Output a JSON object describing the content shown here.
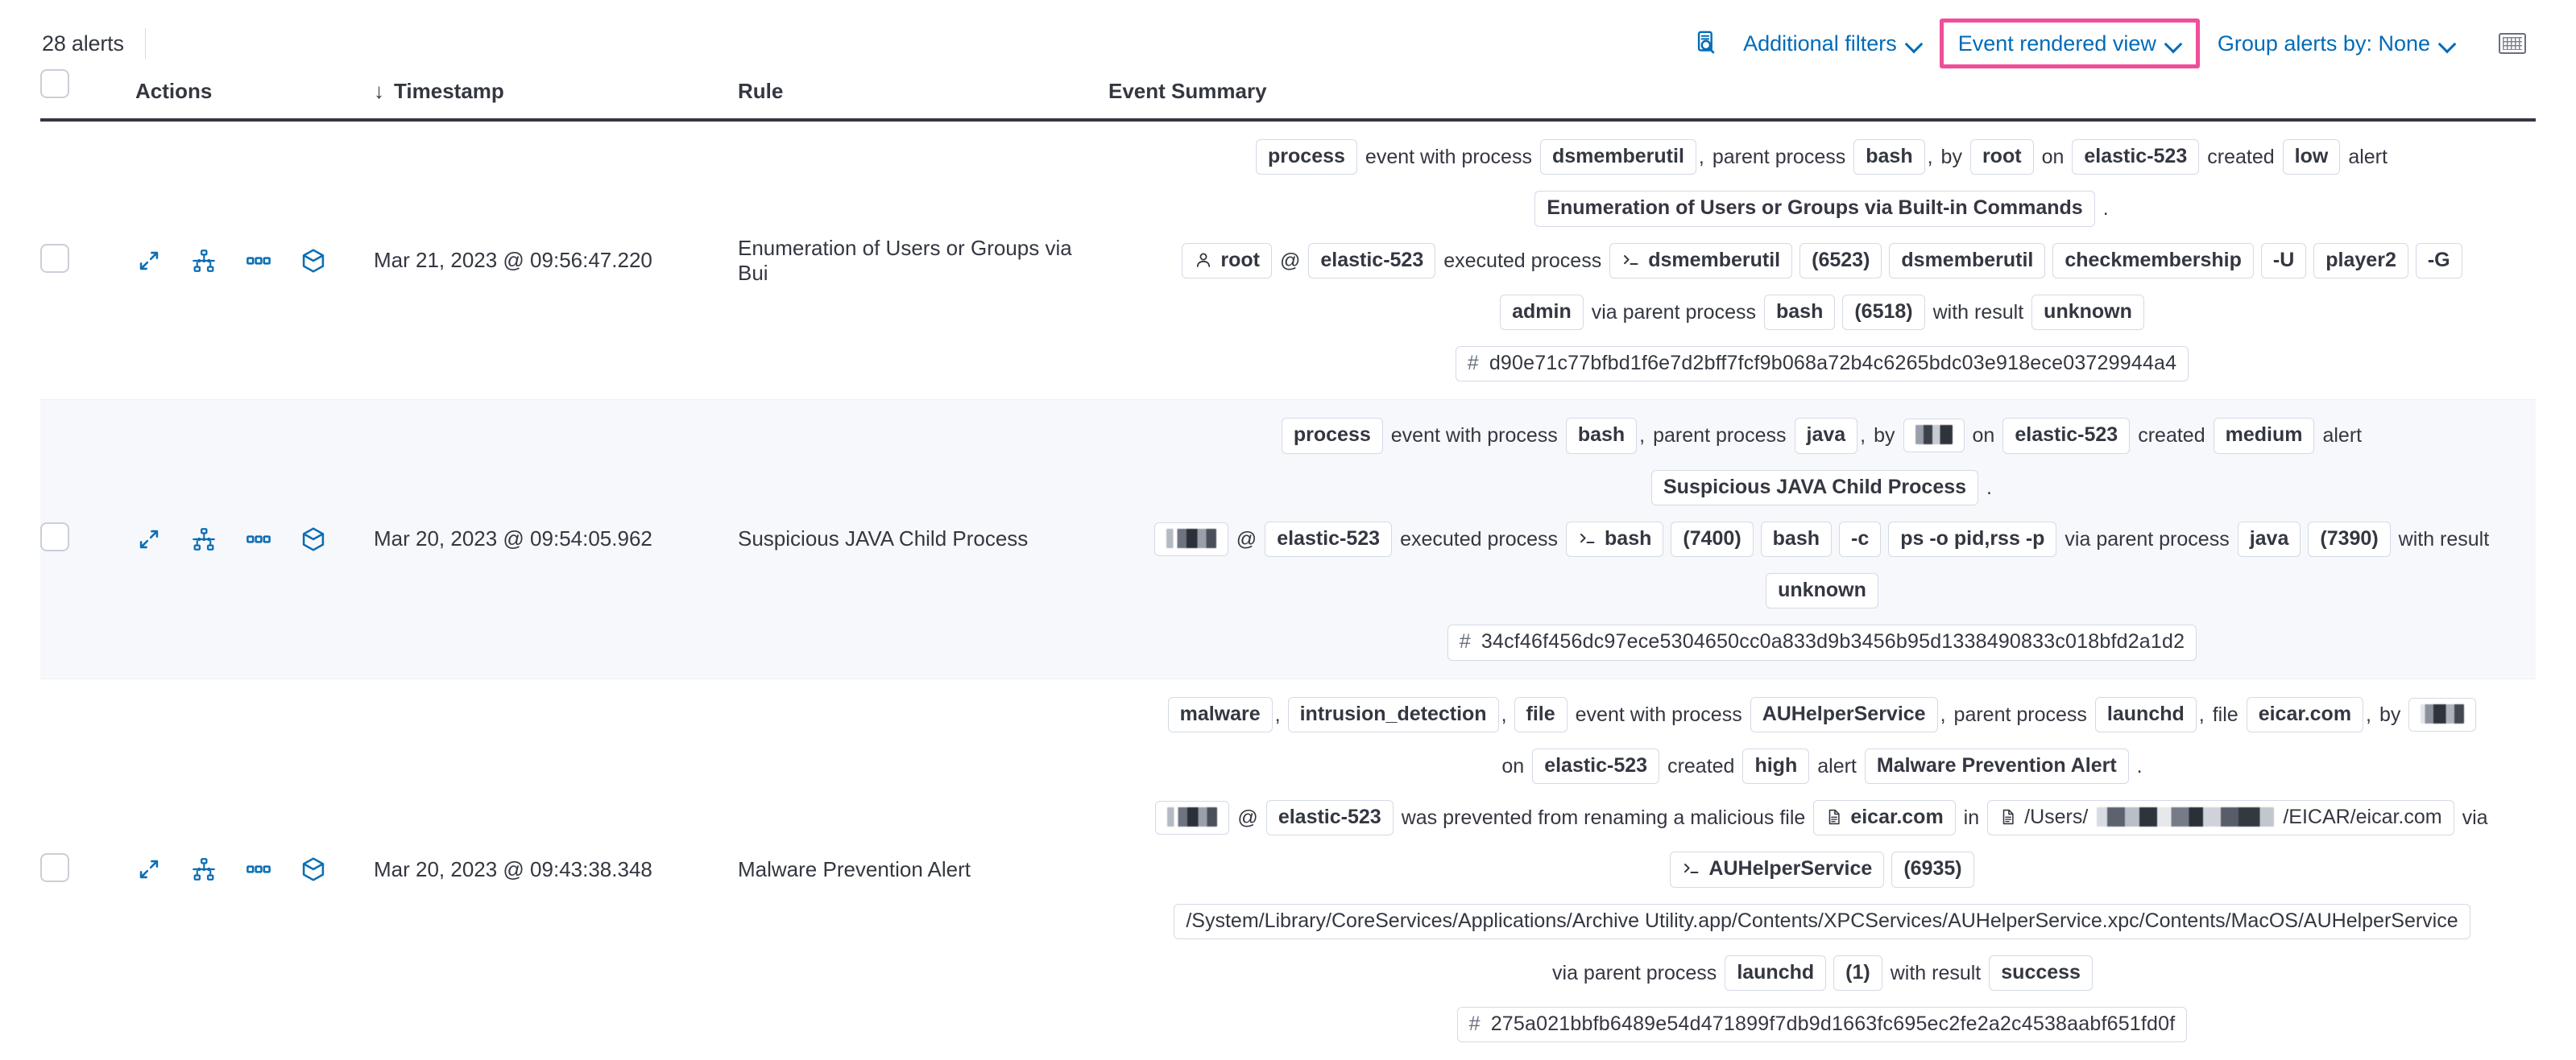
{
  "toolbar": {
    "alert_count": "28 alerts",
    "inspect_icon": "inspect-search-icon",
    "additional_filters_label": "Additional filters",
    "view_selector_label": "Event rendered view",
    "group_alerts_label": "Group alerts by: None",
    "keyboard_icon": "keyboard-shortcuts-icon",
    "accent_color": "#006bb8",
    "highlight_color": "#f04d9a"
  },
  "table": {
    "columns": {
      "select_all": "",
      "actions": "Actions",
      "timestamp": "Timestamp",
      "rule": "Rule",
      "event_summary": "Event Summary"
    },
    "sort_indicator": "↓",
    "row_actions": [
      "expand-icon",
      "analyze-event-icon",
      "more-actions-icon",
      "session-view-icon"
    ],
    "rows": [
      {
        "timestamp": "Mar 21, 2023 @ 09:56:47.220",
        "rule": "Enumeration of Users or Groups via Bui",
        "summary_lines": [
          [
            {
              "t": "chip",
              "v": "process"
            },
            {
              "t": "txt",
              "v": "event with process"
            },
            {
              "t": "chip",
              "v": "dsmemberutil"
            },
            {
              "t": "punc",
              "v": ","
            },
            {
              "t": "txt",
              "v": "parent process"
            },
            {
              "t": "chip",
              "v": "bash"
            },
            {
              "t": "punc",
              "v": ","
            },
            {
              "t": "txt",
              "v": "by"
            },
            {
              "t": "chip",
              "v": "root"
            },
            {
              "t": "txt",
              "v": "on"
            },
            {
              "t": "chip",
              "v": "elastic-523"
            },
            {
              "t": "txt",
              "v": "created"
            },
            {
              "t": "chip",
              "v": "low"
            },
            {
              "t": "txt",
              "v": "alert"
            }
          ],
          [
            {
              "t": "chip",
              "v": "Enumeration of Users or Groups via Built-in Commands"
            },
            {
              "t": "txt",
              "v": "."
            }
          ],
          [
            {
              "t": "chip-user",
              "v": "root"
            },
            {
              "t": "txt",
              "v": "@"
            },
            {
              "t": "chip",
              "v": "elastic-523"
            },
            {
              "t": "txt",
              "v": "executed process"
            },
            {
              "t": "chip-proc",
              "v": "dsmemberutil"
            },
            {
              "t": "chip",
              "v": "(6523)"
            },
            {
              "t": "chip",
              "v": "dsmemberutil"
            },
            {
              "t": "chip",
              "v": "checkmembership"
            },
            {
              "t": "chip",
              "v": "-U"
            },
            {
              "t": "chip",
              "v": "player2"
            },
            {
              "t": "chip",
              "v": "-G"
            }
          ],
          [
            {
              "t": "chip",
              "v": "admin"
            },
            {
              "t": "txt",
              "v": "via parent process"
            },
            {
              "t": "chip",
              "v": "bash"
            },
            {
              "t": "chip",
              "v": "(6518)"
            },
            {
              "t": "txt",
              "v": "with result"
            },
            {
              "t": "chip",
              "v": "unknown"
            }
          ],
          [
            {
              "t": "chip-hash",
              "v": "d90e71c77bfbd1f6e7d2bff7fcf9b068a72b4c6265bdc03e918ece03729944a4"
            }
          ]
        ]
      },
      {
        "timestamp": "Mar 20, 2023 @ 09:54:05.962",
        "rule": "Suspicious JAVA Child Process",
        "summary_lines": [
          [
            {
              "t": "chip",
              "v": "process"
            },
            {
              "t": "txt",
              "v": "event with process"
            },
            {
              "t": "chip",
              "v": "bash"
            },
            {
              "t": "punc",
              "v": ","
            },
            {
              "t": "txt",
              "v": "parent process"
            },
            {
              "t": "chip",
              "v": "java"
            },
            {
              "t": "punc",
              "v": ","
            },
            {
              "t": "txt",
              "v": "by"
            },
            {
              "t": "chip-redact",
              "v": "redacted-user"
            },
            {
              "t": "txt",
              "v": "on"
            },
            {
              "t": "chip",
              "v": "elastic-523"
            },
            {
              "t": "txt",
              "v": "created"
            },
            {
              "t": "chip",
              "v": "medium"
            },
            {
              "t": "txt",
              "v": "alert"
            }
          ],
          [
            {
              "t": "chip",
              "v": "Suspicious JAVA Child Process"
            },
            {
              "t": "txt",
              "v": "."
            }
          ],
          [
            {
              "t": "chip-redact2",
              "v": "redacted-user"
            },
            {
              "t": "txt",
              "v": "@"
            },
            {
              "t": "chip",
              "v": "elastic-523"
            },
            {
              "t": "txt",
              "v": "executed process"
            },
            {
              "t": "chip-proc",
              "v": "bash"
            },
            {
              "t": "chip",
              "v": "(7400)"
            },
            {
              "t": "chip",
              "v": "bash"
            },
            {
              "t": "chip",
              "v": "-c"
            },
            {
              "t": "chip",
              "v": "ps -o pid,rss -p"
            },
            {
              "t": "txt",
              "v": "via parent process"
            },
            {
              "t": "chip",
              "v": "java"
            },
            {
              "t": "chip",
              "v": "(7390)"
            },
            {
              "t": "txt",
              "v": "with result"
            }
          ],
          [
            {
              "t": "chip",
              "v": "unknown"
            }
          ],
          [
            {
              "t": "chip-hash",
              "v": "34cf46f456dc97ece5304650cc0a833d9b3456b95d1338490833c018bfd2a1d2"
            }
          ]
        ]
      },
      {
        "timestamp": "Mar 20, 2023 @ 09:43:38.348",
        "rule": "Malware Prevention Alert",
        "summary_lines": [
          [
            {
              "t": "chip",
              "v": "malware"
            },
            {
              "t": "punc",
              "v": ","
            },
            {
              "t": "chip",
              "v": "intrusion_detection"
            },
            {
              "t": "punc",
              "v": ","
            },
            {
              "t": "chip",
              "v": "file"
            },
            {
              "t": "txt",
              "v": "event with process"
            },
            {
              "t": "chip",
              "v": "AUHelperService"
            },
            {
              "t": "punc",
              "v": ","
            },
            {
              "t": "txt",
              "v": "parent process"
            },
            {
              "t": "chip",
              "v": "launchd"
            },
            {
              "t": "punc",
              "v": ","
            },
            {
              "t": "txt",
              "v": "file"
            },
            {
              "t": "chip",
              "v": "eicar.com"
            },
            {
              "t": "punc",
              "v": ","
            },
            {
              "t": "txt",
              "v": "by"
            },
            {
              "t": "chip-redact3",
              "v": "redacted-user"
            }
          ],
          [
            {
              "t": "txt",
              "v": "on"
            },
            {
              "t": "chip",
              "v": "elastic-523"
            },
            {
              "t": "txt",
              "v": "created"
            },
            {
              "t": "chip",
              "v": "high"
            },
            {
              "t": "txt",
              "v": "alert"
            },
            {
              "t": "chip",
              "v": "Malware Prevention Alert"
            },
            {
              "t": "txt",
              "v": "."
            }
          ],
          [
            {
              "t": "chip-redact2",
              "v": "redacted-user"
            },
            {
              "t": "txt",
              "v": "@"
            },
            {
              "t": "chip",
              "v": "elastic-523"
            },
            {
              "t": "txt",
              "v": "was prevented from renaming a malicious file"
            },
            {
              "t": "chip-file",
              "v": "eicar.com"
            },
            {
              "t": "txt",
              "v": "in"
            },
            {
              "t": "chip-file-redactpath",
              "pre": "/Users/",
              "post": "/EICAR/eicar.com"
            },
            {
              "t": "txt",
              "v": "via"
            }
          ],
          [
            {
              "t": "chip-proc",
              "v": "AUHelperService"
            },
            {
              "t": "chip",
              "v": "(6935)"
            }
          ],
          [
            {
              "t": "chip-path",
              "v": "/System/Library/CoreServices/Applications/Archive Utility.app/Contents/XPCServices/AUHelperService.xpc/Contents/MacOS/AUHelperService"
            }
          ],
          [
            {
              "t": "txt",
              "v": "via parent process"
            },
            {
              "t": "chip",
              "v": "launchd"
            },
            {
              "t": "chip",
              "v": "(1)"
            },
            {
              "t": "txt",
              "v": "with result"
            },
            {
              "t": "chip",
              "v": "success"
            }
          ],
          [
            {
              "t": "chip-hash",
              "v": "275a021bbfb6489e54d471899f7db9d1663fc695ec2fe2a2c4538aabf651fd0f"
            }
          ]
        ]
      }
    ]
  }
}
